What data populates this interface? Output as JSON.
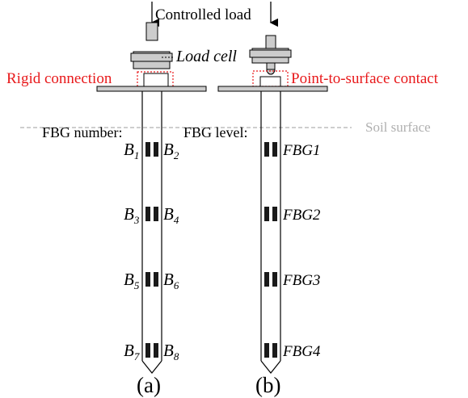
{
  "labels": {
    "controlled_load": "Controlled load",
    "load_cell": "Load cell",
    "rigid_connection": "Rigid connection",
    "point_contact": "Point-to-surface contact",
    "soil_surface": "Soil surface",
    "fbg_number": "FBG number:",
    "fbg_level": "FBG level:"
  },
  "sensors_a": [
    {
      "left": "B",
      "left_sub": "1",
      "right": "B",
      "right_sub": "2"
    },
    {
      "left": "B",
      "left_sub": "3",
      "right": "B",
      "right_sub": "4"
    },
    {
      "left": "B",
      "left_sub": "5",
      "right": "B",
      "right_sub": "6"
    },
    {
      "left": "B",
      "left_sub": "7",
      "right": "B",
      "right_sub": "8"
    }
  ],
  "sensors_b": [
    "FBG1",
    "FBG2",
    "FBG3",
    "FBG4"
  ],
  "captions": {
    "a": "(a)",
    "b": "(b)"
  },
  "colors": {
    "accent_red": "#e8191b",
    "soil_line": "#b0b0b0",
    "fill_gray": "#cccccc",
    "sensor": "#1a1a1a"
  }
}
